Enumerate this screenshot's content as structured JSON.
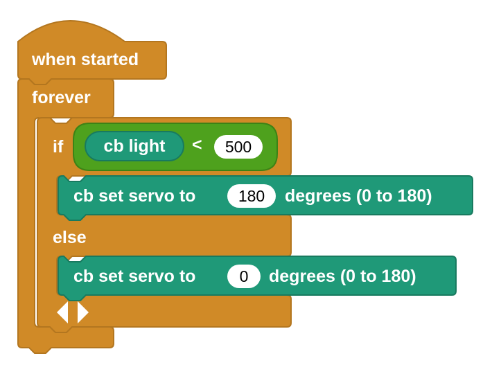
{
  "hat_block": {
    "label": "when started",
    "color": "#d08a27"
  },
  "forever_block": {
    "label": "forever",
    "color": "#d08a27"
  },
  "if_block": {
    "if_label": "if",
    "else_label": "else",
    "condition": {
      "reporter_label": "cb light",
      "operator": "<",
      "value": "500",
      "color": "#4ea11d"
    },
    "then_statement": {
      "label_before": "cb set servo to",
      "value": "180",
      "label_after": "degrees (0 to 180)",
      "color": "#1f9978"
    },
    "else_statement": {
      "label_before": "cb set servo to",
      "value": "0",
      "label_after": "degrees (0 to 180)",
      "color": "#1f9978"
    },
    "arrow_icons": [
      "arrow-left-icon",
      "arrow-right-icon"
    ]
  }
}
